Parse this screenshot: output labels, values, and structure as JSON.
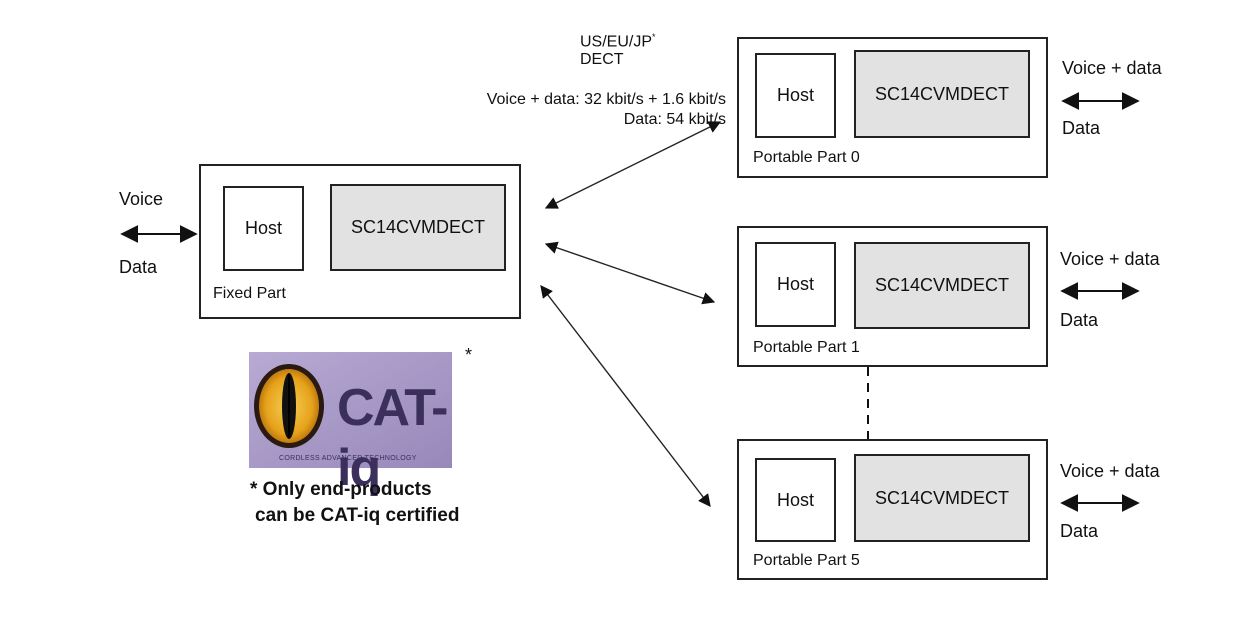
{
  "radio": {
    "standard_line1": "US/EU/JP",
    "standard_sup": "*",
    "standard_line2": "DECT",
    "rate_voice_data": "Voice + data: 32 kbit/s + 1.6 kbit/s",
    "rate_data": "Data: 54 kbit/s"
  },
  "fixed_part": {
    "caption": "Fixed Part",
    "host": "Host",
    "chip": "SC14CVMDECT",
    "io_top": "Voice",
    "io_bottom": "Data"
  },
  "portable_parts": [
    {
      "caption": "Portable Part 0",
      "host": "Host",
      "chip": "SC14CVMDECT",
      "io_top": "Voice + data",
      "io_bottom": "Data"
    },
    {
      "caption": "Portable Part 1",
      "host": "Host",
      "chip": "SC14CVMDECT",
      "io_top": "Voice + data",
      "io_bottom": "Data"
    },
    {
      "caption": "Portable Part 5",
      "host": "Host",
      "chip": "SC14CVMDECT",
      "io_top": "Voice + data",
      "io_bottom": "Data"
    }
  ],
  "logo": {
    "text": "CAT-iq",
    "tagline": "CORDLESS ADVANCED TECHNOLOGY",
    "asterisk": "*",
    "colors": {
      "background": "#a99ac6",
      "eye": "#e6a21a",
      "pupil": "#111111"
    }
  },
  "footnote": {
    "line1": "* Only end-products",
    "line2": "can be CAT-iq certified"
  }
}
